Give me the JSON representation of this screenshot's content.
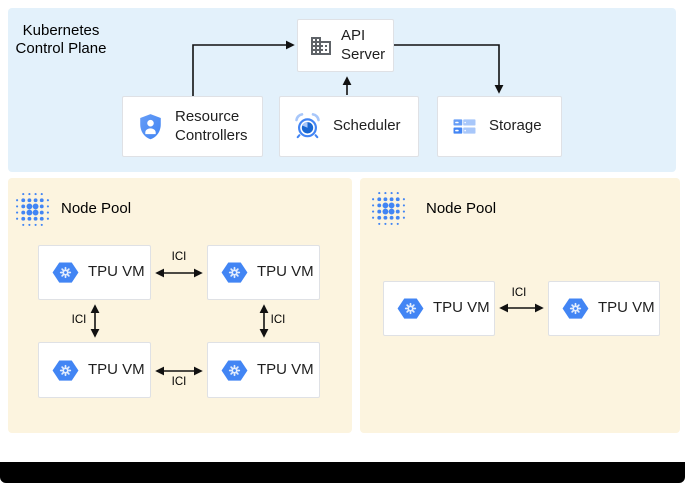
{
  "control_plane": {
    "label": "Kubernetes Control Plane",
    "api_server": {
      "label": "API Server",
      "icon": "building-icon"
    },
    "components": [
      {
        "label": "Resource Controllers",
        "icon": "shield-person-icon"
      },
      {
        "label": "Scheduler",
        "icon": "alarm-clock-icon"
      },
      {
        "label": "Storage",
        "icon": "storage-stack-icon"
      }
    ]
  },
  "node_pools": [
    {
      "label": "Node Pool",
      "icon": "dot-cluster-icon",
      "vms": [
        {
          "label": "TPU VM",
          "icon": "hexagon-gear-icon"
        },
        {
          "label": "TPU VM",
          "icon": "hexagon-gear-icon"
        },
        {
          "label": "TPU VM",
          "icon": "hexagon-gear-icon"
        },
        {
          "label": "TPU VM",
          "icon": "hexagon-gear-icon"
        }
      ],
      "links": [
        {
          "label": "ICI"
        },
        {
          "label": "ICI"
        },
        {
          "label": "ICI"
        },
        {
          "label": "ICI"
        }
      ]
    },
    {
      "label": "Node Pool",
      "icon": "dot-cluster-icon",
      "vms": [
        {
          "label": "TPU VM",
          "icon": "hexagon-gear-icon"
        },
        {
          "label": "TPU VM",
          "icon": "hexagon-gear-icon"
        }
      ],
      "links": [
        {
          "label": "ICI"
        }
      ]
    }
  ],
  "colors": {
    "control_plane_bg": "#E3F1FB",
    "node_pool_bg": "#FCF4DF",
    "google_blue": "#4285F4",
    "icon_gray": "#5F6368",
    "arrow": "#000000",
    "box_border": "#DFE1E5"
  }
}
